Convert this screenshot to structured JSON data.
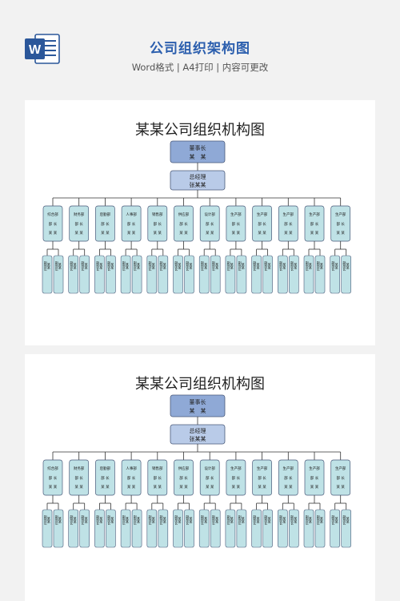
{
  "header": {
    "title": "公司组织架构图",
    "subtitle": "Word格式 | A4打印 | 内容可更改",
    "icon": "word-doc-icon"
  },
  "document": {
    "title": "某某公司组织机构图",
    "chairman": {
      "role": "董事长",
      "name": "某　某"
    },
    "general_manager": {
      "role": "总经理",
      "name": "张某某"
    },
    "departments": [
      {
        "name": "综合部",
        "head": "部 长",
        "head_name": "某 某"
      },
      {
        "name": "财务部",
        "head": "部 长",
        "head_name": "某 某"
      },
      {
        "name": "后勤部",
        "head": "部 长",
        "head_name": "某 某"
      },
      {
        "name": "人事部",
        "head": "部 长",
        "head_name": "某 某"
      },
      {
        "name": "销售部",
        "head": "部 长",
        "head_name": "某 某"
      },
      {
        "name": "供应部",
        "head": "部 长",
        "head_name": "某 某"
      },
      {
        "name": "设计部",
        "head": "部 长",
        "head_name": "某 某"
      },
      {
        "name": "生产部",
        "head": "部 长",
        "head_name": "某 某"
      },
      {
        "name": "生产部",
        "head": "部 长",
        "head_name": "某 某"
      },
      {
        "name": "生产部",
        "head": "部 长",
        "head_name": "某 某"
      },
      {
        "name": "生产部",
        "head": "部 长",
        "head_name": "某 某"
      },
      {
        "name": "生产部",
        "head": "部 长",
        "head_name": "某 某"
      }
    ],
    "sub_box": {
      "role": "副部长",
      "name": "某某"
    }
  },
  "colors": {
    "title_blue": "#2c5fae",
    "top_box_fill": "#8fa9d6",
    "gm_box_fill": "#b9cbe8",
    "dept_box_fill": "#bfe2e6",
    "box_stroke": "#4a5a7a",
    "page_bg": "#f2f2f2"
  }
}
